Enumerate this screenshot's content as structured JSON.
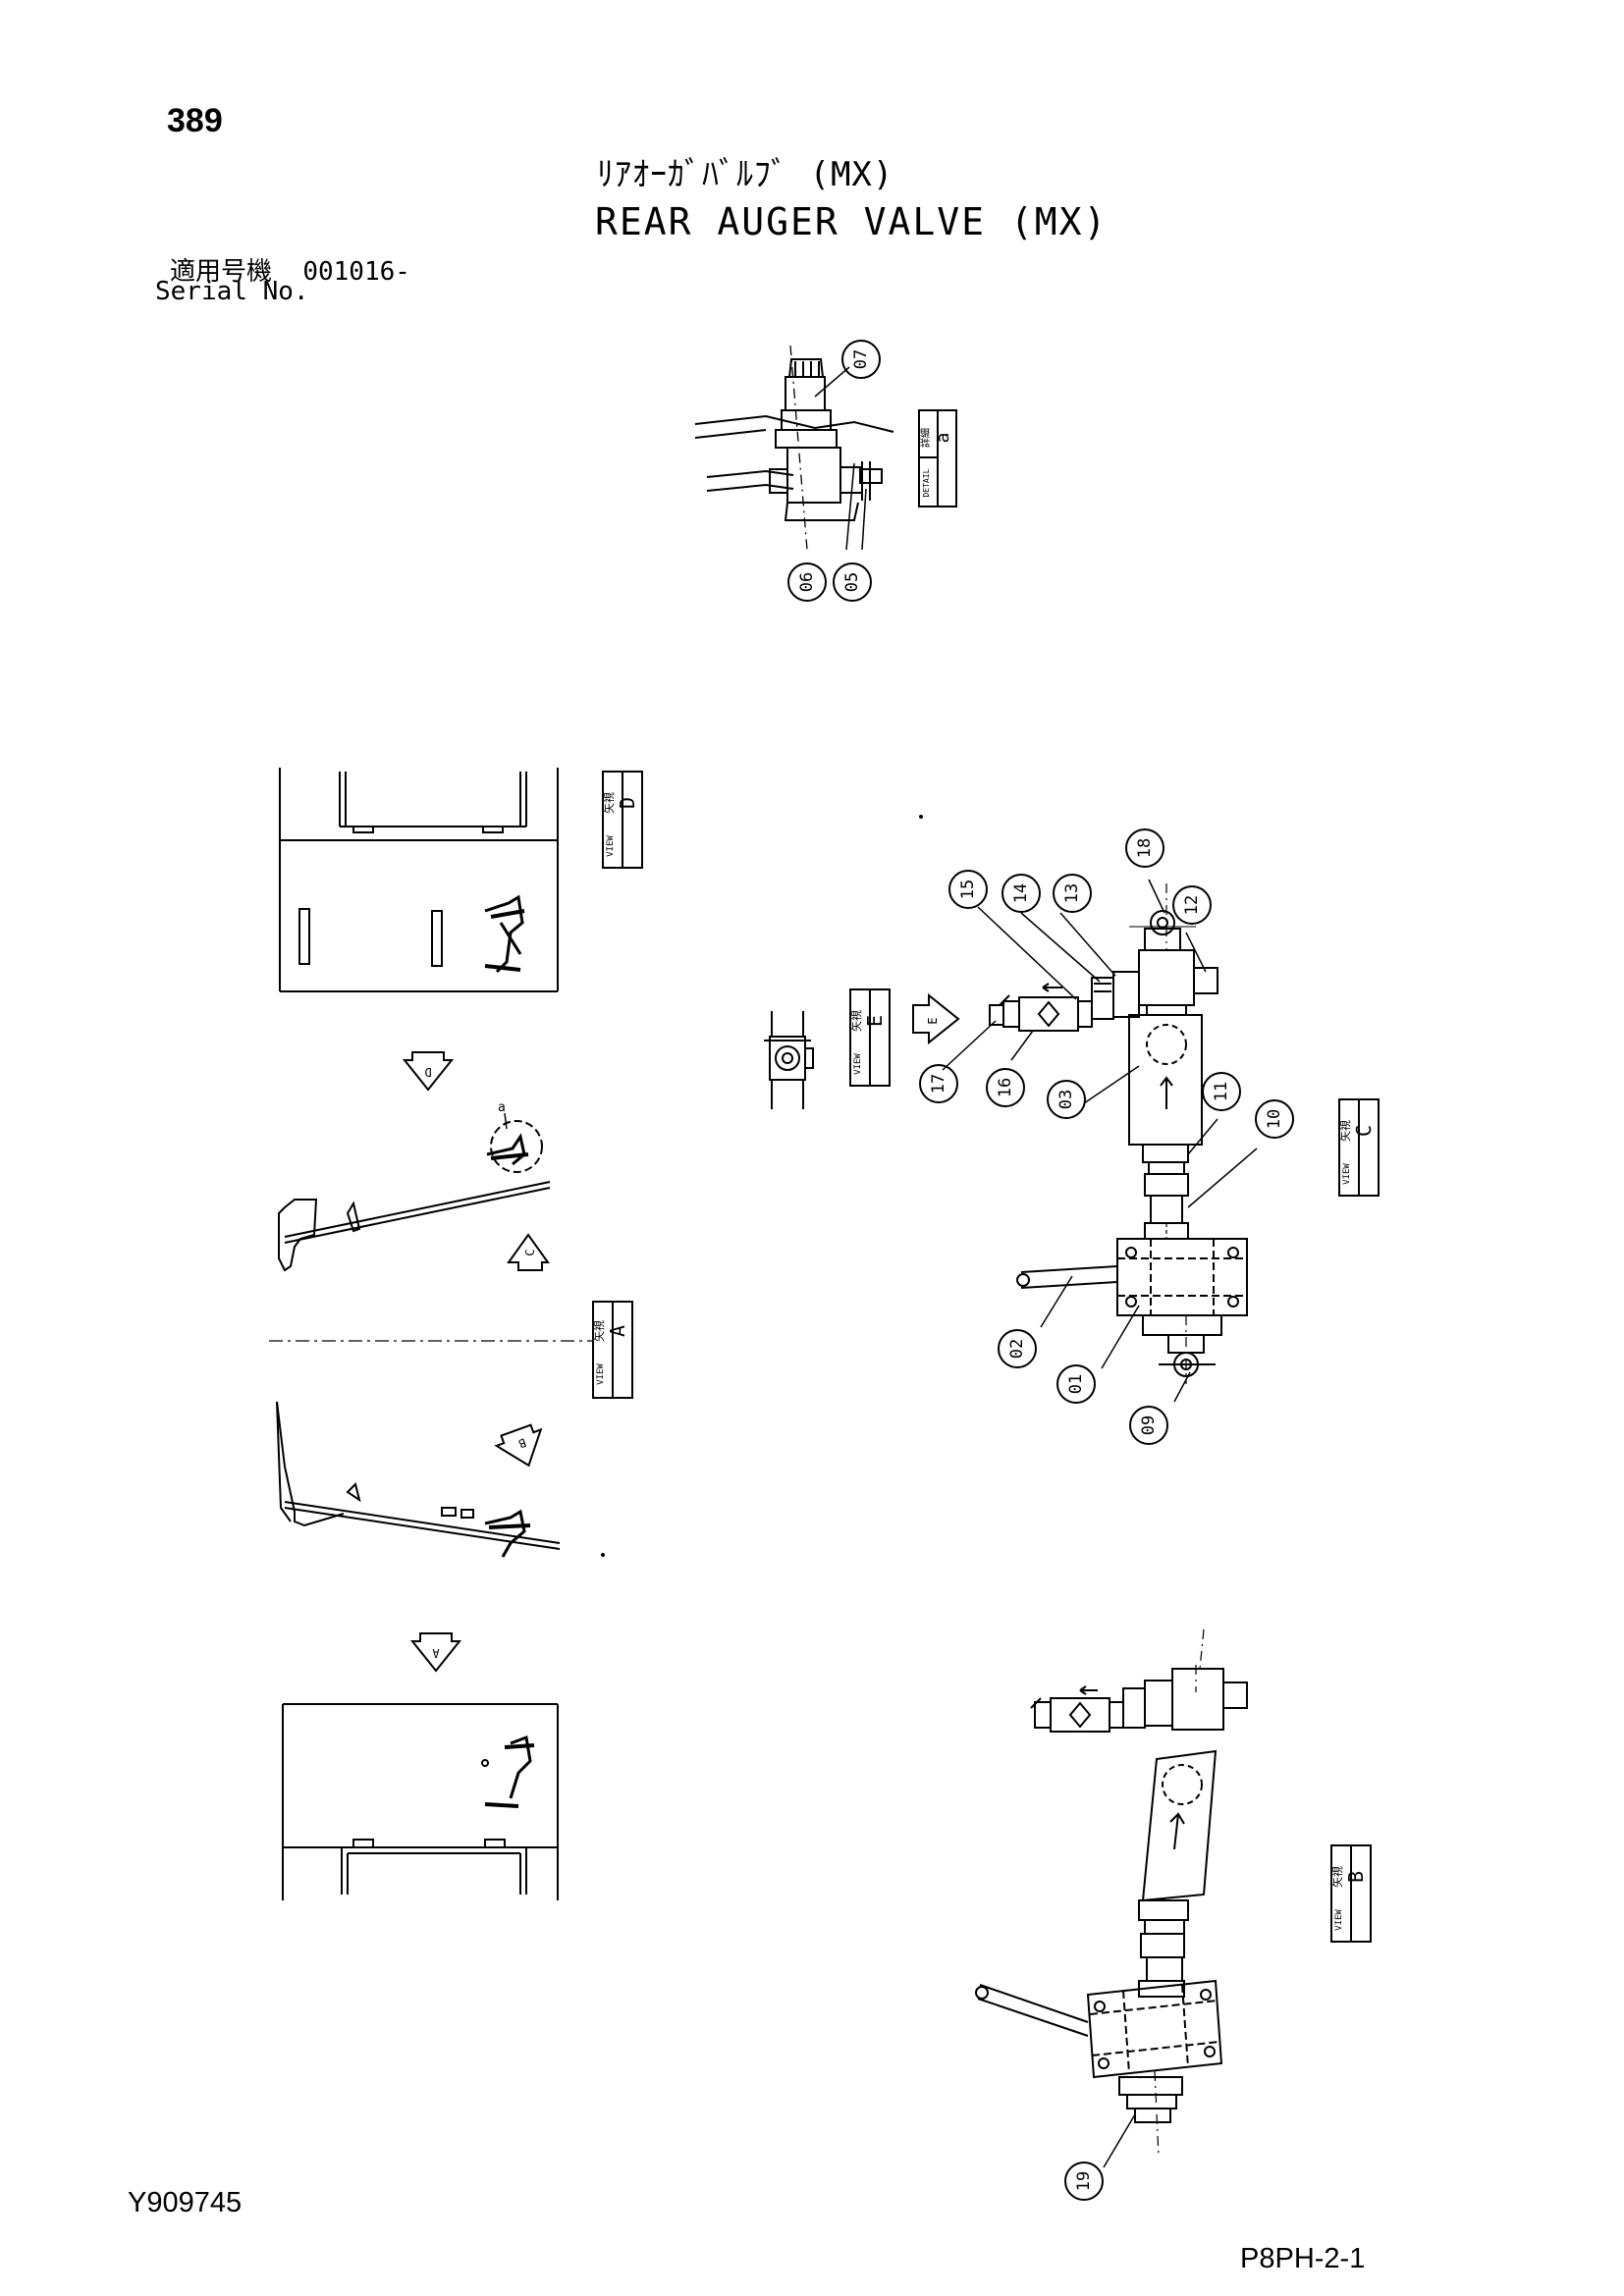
{
  "header": {
    "page_number": "389",
    "title_jp": "ﾘｱｵｰｶﾞﾊﾞﾙﾌﾞ (MX)",
    "title_en": "REAR AUGER VALVE (MX)",
    "serial_label_jp": "適用号機",
    "serial_value": "001016-",
    "serial_label_en": "Serial No."
  },
  "footer": {
    "doc_id": "Y909745",
    "page_code": "P8PH-2-1"
  },
  "view_labels": {
    "view_word": "VIEW",
    "view_jp": "矢視",
    "detail_word": "DETAIL",
    "detail_jp": "詳細",
    "a": "A",
    "b": "B",
    "c": "C",
    "d": "D",
    "e": "E",
    "detail_a": "a"
  },
  "callouts": {
    "p01": "01",
    "p02": "02",
    "p03": "03",
    "p05": "05",
    "p06": "06",
    "p07": "07",
    "p09": "09",
    "p10": "10",
    "p11": "11",
    "p12": "12",
    "p13": "13",
    "p14": "14",
    "p15": "15",
    "p16": "16",
    "p17": "17",
    "p18": "18",
    "p19": "19"
  }
}
